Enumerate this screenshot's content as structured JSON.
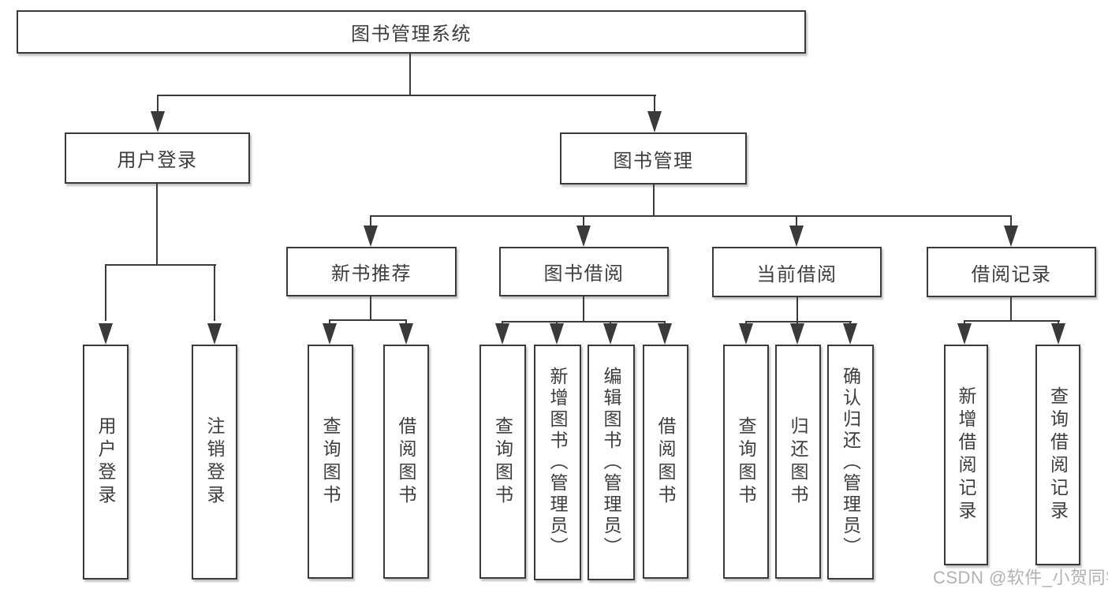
{
  "diagram": {
    "root_label": "图书管理系统",
    "login_branch": {
      "label": "用户登录",
      "children": [
        {
          "label": "用户登录"
        },
        {
          "label": "注销登录"
        }
      ]
    },
    "management_branch": {
      "label": "图书管理",
      "sections": [
        {
          "label": "新书推荐",
          "children": [
            {
              "label": "查询图书"
            },
            {
              "label": "借阅图书"
            }
          ]
        },
        {
          "label": "图书借阅",
          "children": [
            {
              "label": "查询图书"
            },
            {
              "label": "新增图书（管理员）"
            },
            {
              "label": "编辑图书（管理员）"
            },
            {
              "label": "借阅图书"
            }
          ]
        },
        {
          "label": "当前借阅",
          "children": [
            {
              "label": "查询图书"
            },
            {
              "label": "归还图书"
            },
            {
              "label": "确认归还（管理员）"
            }
          ]
        },
        {
          "label": "借阅记录",
          "children": [
            {
              "label": "新增借阅记录"
            },
            {
              "label": "查询借阅记录"
            }
          ]
        }
      ]
    }
  },
  "watermark": {
    "text": "CSDN @软件_小贺同学"
  },
  "colors": {
    "line": "#3a3a3a",
    "text": "#3d3d3d",
    "background": "#ffffff",
    "watermark": "#a5a5a5"
  }
}
